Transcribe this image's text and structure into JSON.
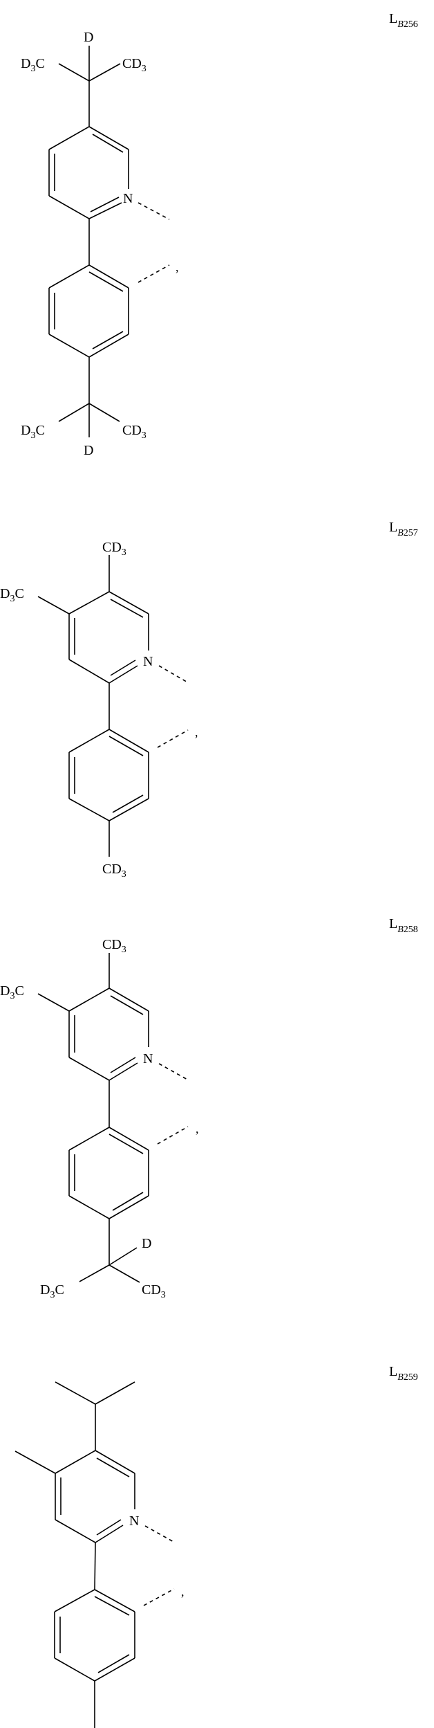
{
  "figure": {
    "type": "chemical-structure-list",
    "ligands": [
      {
        "id": "LB256",
        "label_main": "L",
        "label_sub_letter": "B",
        "label_sub_num": "256",
        "groups": {
          "pyridine_5_substituent": "C(D)(CD3)2",
          "benzene_4_substituent": "C(D)(CD3)2"
        },
        "atom_labels": {
          "top_d": "D",
          "top_left": "D",
          "top_left_sub": "3",
          "top_left_c": "C",
          "top_right_c": "C",
          "top_right": "D",
          "top_right_sub": "3",
          "n": "N",
          "bot_left": "D",
          "bot_left_sub": "3",
          "bot_left_c": "C",
          "bot_right_c": "C",
          "bot_right": "D",
          "bot_right_sub": "3",
          "bot_d": "D",
          "comma": ","
        }
      },
      {
        "id": "LB257",
        "label_main": "L",
        "label_sub_letter": "B",
        "label_sub_num": "257",
        "groups": {
          "pyridine_5_substituent": "CD3",
          "pyridine_4_substituent": "CD3",
          "benzene_4_substituent": "CD3"
        },
        "atom_labels": {
          "top_c": "C",
          "top_d": "D",
          "top_sub": "3",
          "left_d": "D",
          "left_sub": "3",
          "left_c": "C",
          "n": "N",
          "bot_c": "C",
          "bot_d": "D",
          "bot_sub": "3",
          "comma": ","
        }
      },
      {
        "id": "LB258",
        "label_main": "L",
        "label_sub_letter": "B",
        "label_sub_num": "258",
        "groups": {
          "pyridine_5_substituent": "CD3",
          "pyridine_4_substituent": "CD3",
          "benzene_4_substituent": "C(D)(CD3)2"
        },
        "atom_labels": {
          "top_c": "C",
          "top_d": "D",
          "top_sub": "3",
          "left_d": "D",
          "left_sub": "3",
          "left_c": "C",
          "n": "N",
          "quat_d": "D",
          "bot_left": "D",
          "bot_left_sub": "3",
          "bot_left_c": "C",
          "bot_right_c": "C",
          "bot_right": "D",
          "bot_right_sub": "3",
          "comma": ","
        }
      },
      {
        "id": "LB259",
        "label_main": "L",
        "label_sub_letter": "B",
        "label_sub_num": "259",
        "groups": {
          "pyridine_5_substituent": "isopropyl",
          "pyridine_4_substituent": "methyl",
          "benzene_4_substituent": "methyl"
        },
        "atom_labels": {
          "n": "N",
          "comma": ","
        }
      }
    ]
  }
}
